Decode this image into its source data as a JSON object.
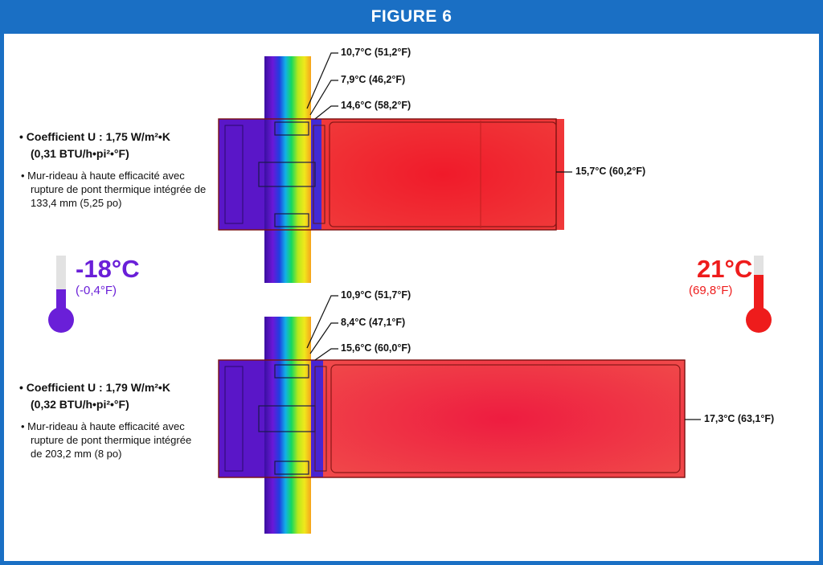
{
  "title": "FIGURE 6",
  "colors": {
    "header": "#1a6fc4",
    "cold": "#6a1fd8",
    "warm": "#ee1c1c",
    "text": "#111111"
  },
  "cold_side": {
    "celsius": "-18°C",
    "fahrenheit": "(-0,4°F)"
  },
  "warm_side": {
    "celsius": "21°C",
    "fahrenheit": "(69,8°F)"
  },
  "top": {
    "u_value": "Coefficient U : 1,75 W/m²•K",
    "u_value_imperial": "(0,31 BTU/h•pi²•°F)",
    "description": "Mur-rideau à haute efficacité avec rupture de pont thermique intégrée de 133,4 mm (5,25 po)",
    "temps": [
      "10,7°C (51,2°F)",
      "7,9°C (46,2°F)",
      "14,6°C (58,2°F)",
      "15,7°C (60,2°F)"
    ]
  },
  "bottom": {
    "u_value": "Coefficient U : 1,79 W/m²•K",
    "u_value_imperial": "(0,32 BTU/h•pi²•°F)",
    "description": "Mur-rideau à haute efficacité avec rupture de pont thermique intégrée de 203,2 mm (8 po)",
    "temps": [
      "10,9°C (51,7°F)",
      "8,4°C (47,1°F)",
      "15,6°C (60,0°F)",
      "17,3°C (63,1°F)"
    ]
  }
}
